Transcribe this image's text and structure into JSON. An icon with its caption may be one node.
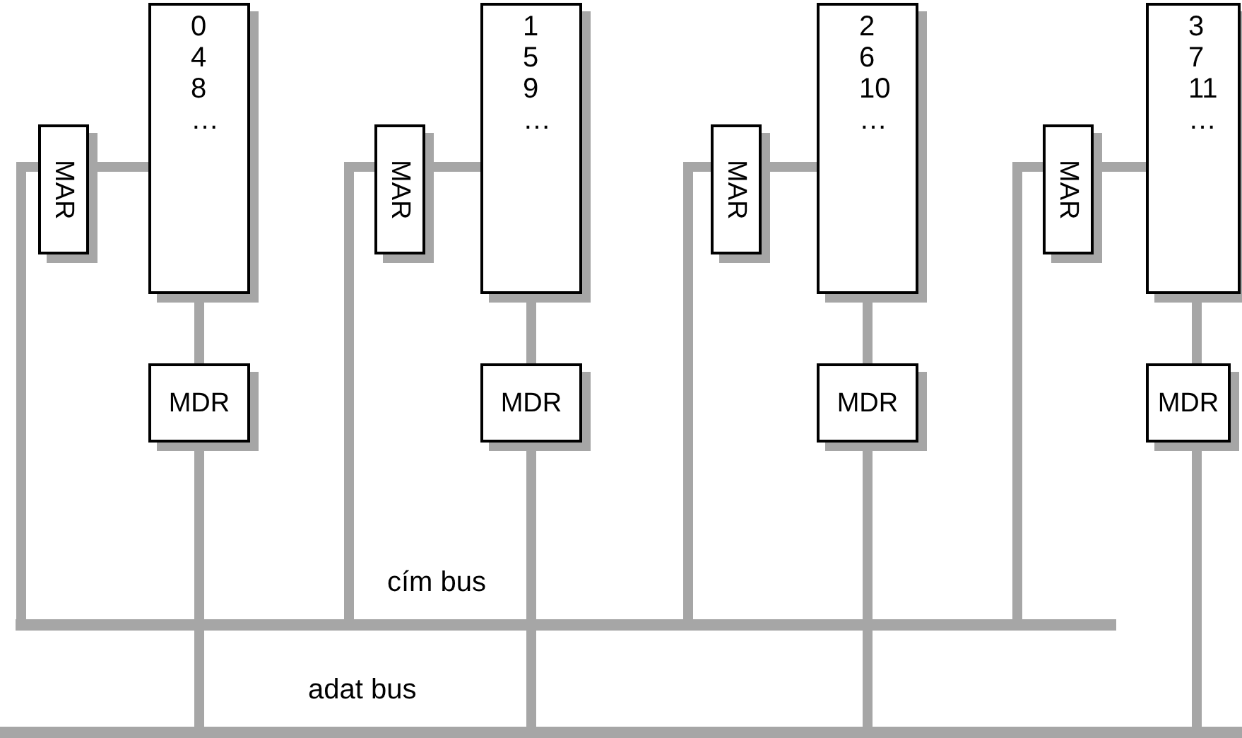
{
  "diagram": {
    "nodes": [
      {
        "text": [
          "MAR"
        ]
      },
      {
        "text": [
          "0",
          "4",
          "8",
          "…"
        ]
      },
      {
        "text": [
          "MDR"
        ]
      },
      {
        "text": [
          "MAR"
        ]
      },
      {
        "text": [
          "1",
          "5",
          "9",
          "…"
        ]
      },
      {
        "text": [
          "MDR"
        ]
      },
      {
        "text": [
          "MAR"
        ]
      },
      {
        "text": [
          "2",
          "6",
          "10",
          "…"
        ]
      },
      {
        "text": [
          "MDR"
        ]
      },
      {
        "text": [
          "MAR"
        ]
      },
      {
        "text": [
          "3",
          "7",
          "11",
          "…"
        ]
      },
      {
        "text": [
          "MDR"
        ]
      },
      {
        "text": [],
        "shape": "bar"
      },
      {
        "text": [],
        "shape": "bar"
      }
    ],
    "edges": [
      {
        "from": 0,
        "to": 1,
        "arrow": "none"
      },
      {
        "from": 1,
        "to": 2,
        "arrow": "none"
      },
      {
        "from": 0,
        "to": 12,
        "arrow": "none"
      },
      {
        "from": 2,
        "to": 13,
        "arrow": "none"
      },
      {
        "from": 3,
        "to": 4,
        "arrow": "none"
      },
      {
        "from": 4,
        "to": 5,
        "arrow": "none"
      },
      {
        "from": 3,
        "to": 12,
        "arrow": "none"
      },
      {
        "from": 5,
        "to": 13,
        "arrow": "none"
      },
      {
        "from": 6,
        "to": 7,
        "arrow": "none"
      },
      {
        "from": 7,
        "to": 8,
        "arrow": "none"
      },
      {
        "from": 6,
        "to": 12,
        "arrow": "none"
      },
      {
        "from": 8,
        "to": 13,
        "arrow": "none"
      },
      {
        "from": 9,
        "to": 10,
        "arrow": "none"
      },
      {
        "from": 10,
        "to": 11,
        "arrow": "none"
      },
      {
        "from": 9,
        "to": 12,
        "arrow": "none"
      },
      {
        "from": 11,
        "to": 13,
        "arrow": "none"
      }
    ],
    "labels": [
      "cím bus",
      "adat bus"
    ]
  }
}
